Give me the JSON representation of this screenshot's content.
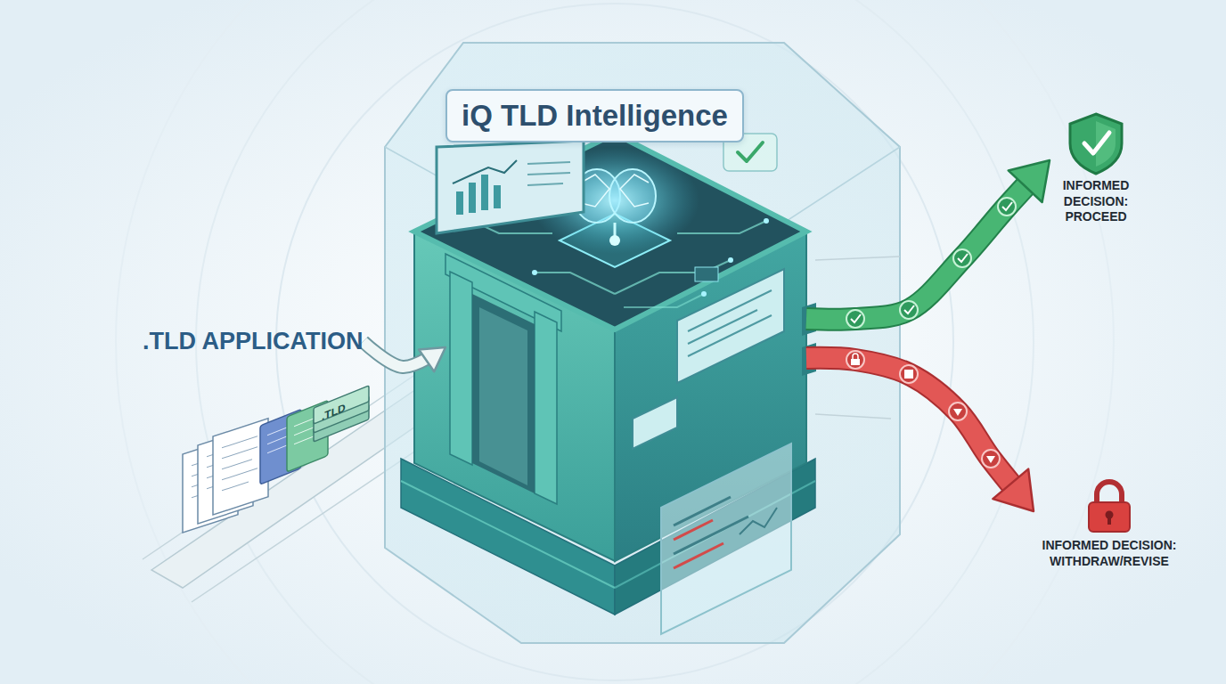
{
  "diagram": {
    "nodes": [
      {
        "text": [
          ".TLD APPLICATION"
        ]
      },
      {
        "text": [
          "iQ TLD Intelligence"
        ]
      },
      {
        "text": [
          "INFORMED DECISION: PROCEED"
        ]
      },
      {
        "text": [
          "INFORMED DECISION: WITHDRAW/REVISE"
        ]
      }
    ],
    "edges": [
      {
        "from": 0,
        "to": 1,
        "arrow": "to"
      },
      {
        "from": 1,
        "to": 2,
        "arrow": "to"
      },
      {
        "from": 1,
        "to": 3,
        "arrow": "to"
      }
    ],
    "labels": [
      ".TLD"
    ]
  }
}
